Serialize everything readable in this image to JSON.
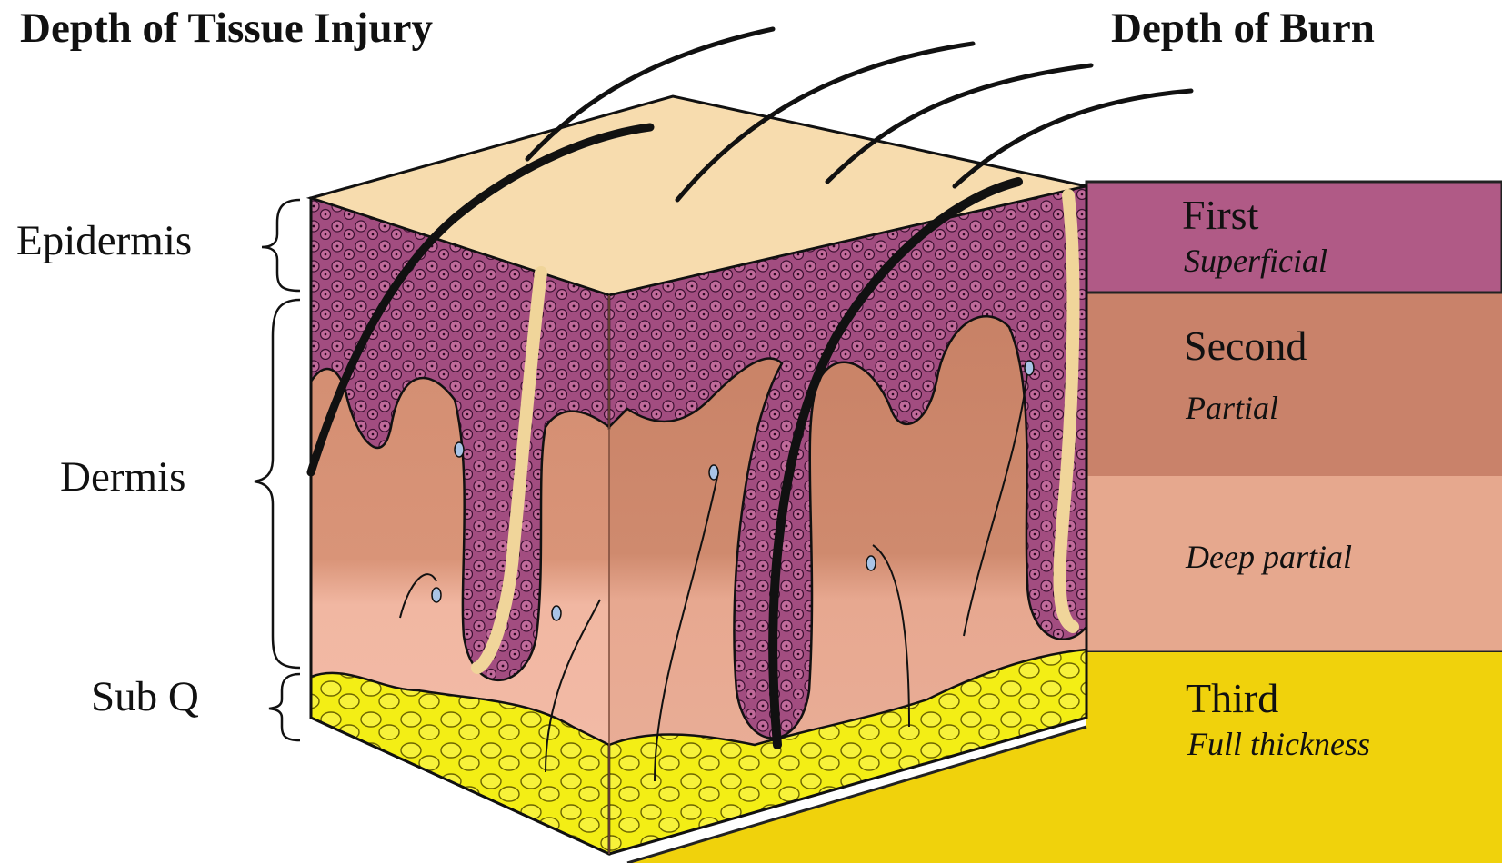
{
  "headings": {
    "left": "Depth of Tissue Injury",
    "right": "Depth of Burn"
  },
  "layers": {
    "epidermis": "Epidermis",
    "dermis": "Dermis",
    "subq": "Sub Q"
  },
  "burns": [
    {
      "degree": "First",
      "depth": "Superficial",
      "color": "#b05a86"
    },
    {
      "degree": "Second",
      "depth": "Partial",
      "color": "#c9826a"
    },
    {
      "degree": "",
      "depth": "Deep partial",
      "color": "#e6a88e"
    },
    {
      "degree": "Third",
      "depth": "Full thickness",
      "color": "#f0d20c"
    }
  ],
  "colors": {
    "skin_top": "#f7dcae",
    "epidermis": "#a24d80",
    "dermis_upper": "#cf8a6e",
    "dermis_lower": "#f0b39e",
    "fat": "#f3ee15",
    "hair": "#111111"
  }
}
